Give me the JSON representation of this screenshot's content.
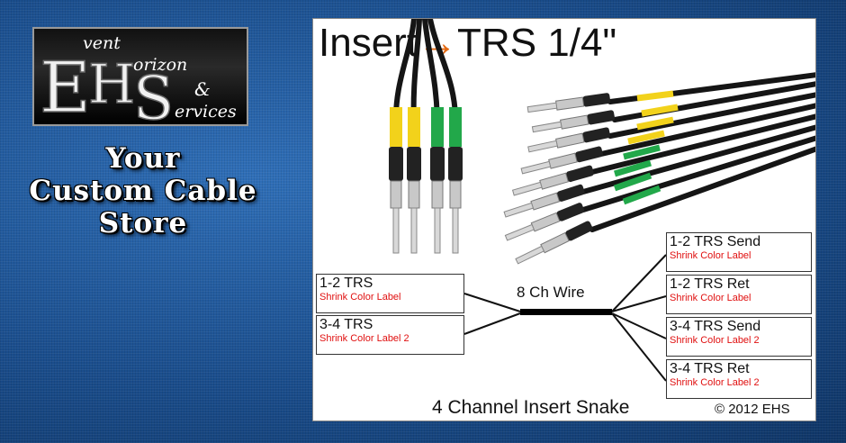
{
  "logo": {
    "letters": {
      "e": "E",
      "h": "H",
      "s": "S"
    },
    "words": {
      "event": "vent",
      "horizon": "orizon",
      "amp": "&",
      "services": "ervices"
    }
  },
  "tagline": [
    "Your",
    "Custom Cable",
    "Store"
  ],
  "diagram": {
    "title_left": "Insert",
    "arrow": "→",
    "title_right": "TRS 1/4\"",
    "left_boxes": [
      {
        "main": "1-2 TRS",
        "sub": "Shrink Color Label"
      },
      {
        "main": "3-4 TRS",
        "sub": "Shrink Color Label 2"
      }
    ],
    "wire_label": "8 Ch Wire",
    "right_boxes": [
      {
        "main": "1-2 TRS Send",
        "sub": "Shrink Color Label"
      },
      {
        "main": "1-2 TRS Ret",
        "sub": "Shrink Color Label"
      },
      {
        "main": "3-4 TRS Send",
        "sub": "Shrink Color Label 2"
      },
      {
        "main": "3-4 TRS Ret",
        "sub": "Shrink Color Label 2"
      }
    ],
    "caption": "4 Channel Insert Snake",
    "copyright": "© 2012 EHS"
  },
  "colors": {
    "background": "#1d4f8f",
    "accent_arrow": "#e46a13",
    "sub_label": "#e01010",
    "shrink_yellow": "#f2d21b",
    "shrink_green": "#22a84a"
  }
}
